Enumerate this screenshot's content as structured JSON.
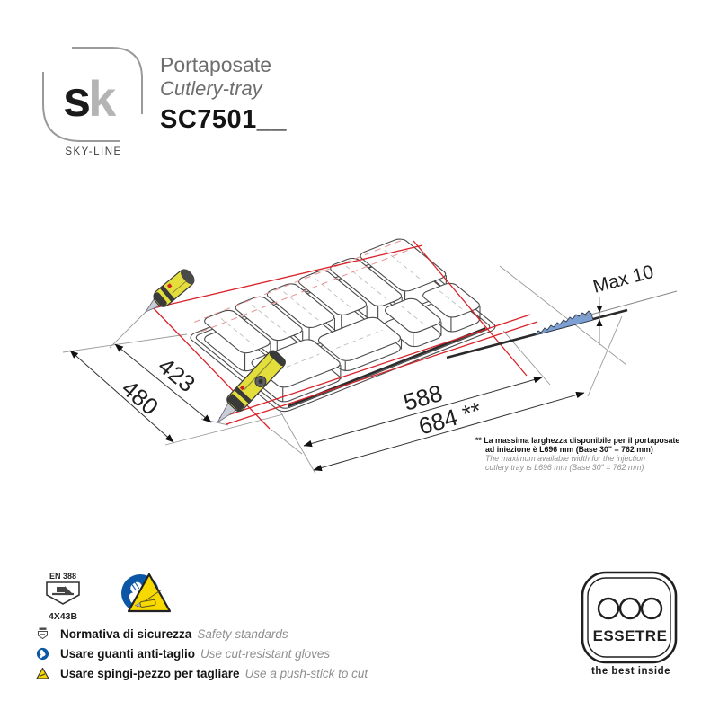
{
  "brand": {
    "logo_text_s": "s",
    "logo_text_k": "k",
    "line_name": "SKY-LINE"
  },
  "header": {
    "product_name_it": "Portaposate",
    "product_name_en": "Cutlery-tray",
    "model_code": "SC7501__"
  },
  "drawing": {
    "dim_depth_cut": "423",
    "dim_depth_total": "480",
    "dim_width_cut": "588",
    "dim_width_total": "684 **",
    "max_cut_label": "Max 10"
  },
  "note": {
    "marker": "** ",
    "it_line1": "La massima larghezza disponibile per il portaposate",
    "it_line2": "ad iniezione è L696 mm (Base 30\" = 762 mm)",
    "en_line1": "The maximum available width for the injection",
    "en_line2": "cutlery tray is L696 mm (Base 30\" = 762 mm)"
  },
  "safety": {
    "en388": {
      "standard": "EN 388",
      "rating": "4X43B"
    },
    "items": [
      {
        "it": "Normativa di sicurezza",
        "en": "Safety standards"
      },
      {
        "it": "Usare guanti anti-taglio",
        "en": "Use cut-resistant gloves"
      },
      {
        "it": "Usare spingi-pezzo per tagliare",
        "en": "Use a push-stick to cut"
      }
    ]
  },
  "manufacturer": {
    "name": "ESSETRE",
    "tagline": "the best inside"
  },
  "colors": {
    "cut_line_red": "#d8232a",
    "blade_blue": "#7d9fd1",
    "knife_yellow": "#e4de3d",
    "mandatory_blue": "#0b57a5",
    "warning_yellow": "#f7d900"
  }
}
